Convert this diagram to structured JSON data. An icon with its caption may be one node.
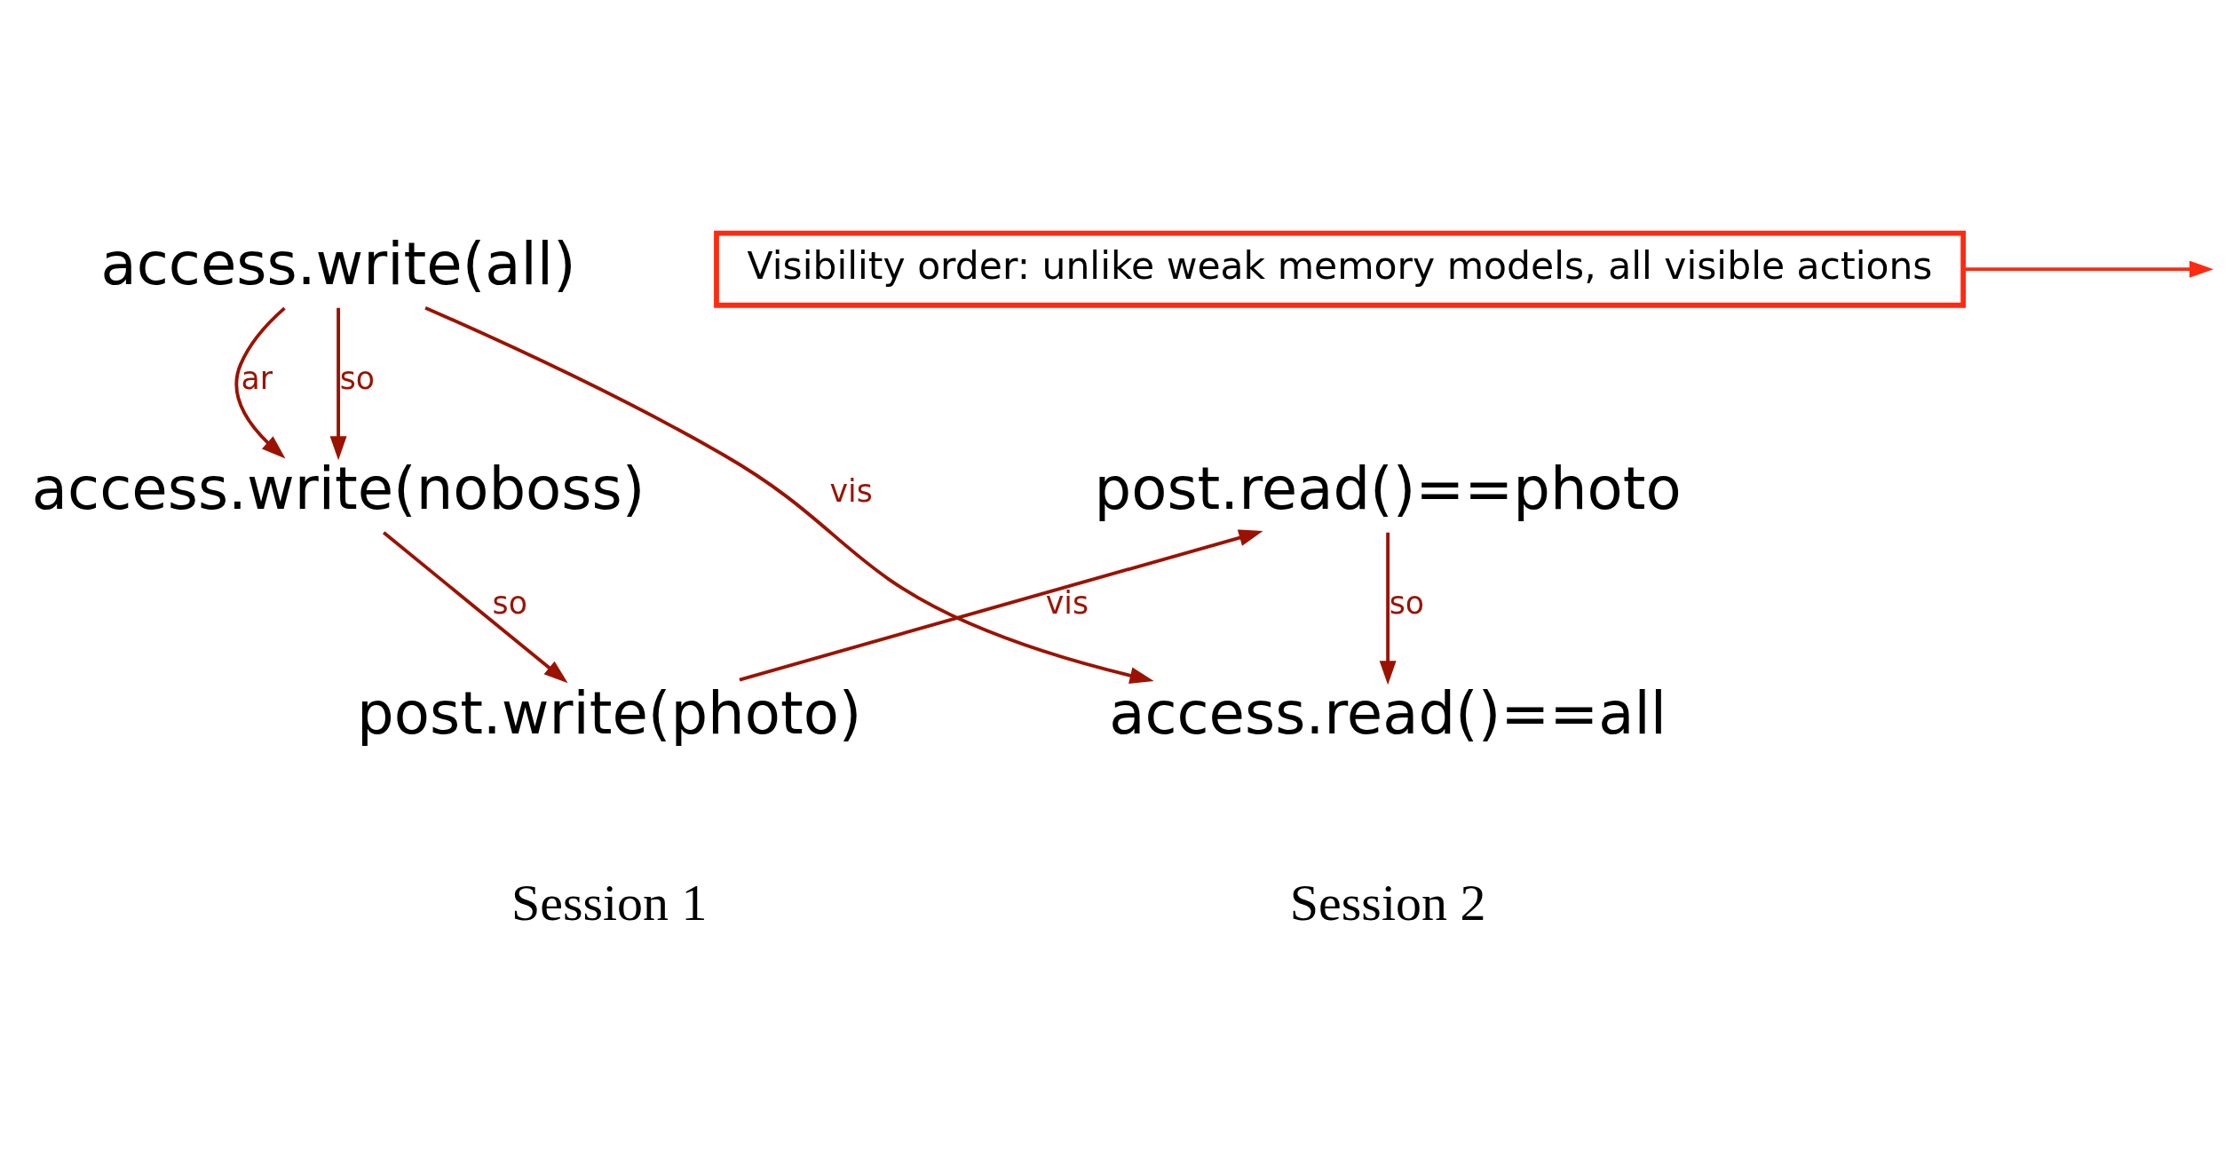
{
  "diagram": {
    "nodes": [
      {
        "text": [
          "access.write(all)"
        ]
      },
      {
        "text": [
          "access.write(noboss)"
        ]
      },
      {
        "text": [
          "post.write(photo)"
        ]
      },
      {
        "text": [
          "post.read()==photo"
        ]
      },
      {
        "text": [
          "access.read()==all"
        ]
      },
      {
        "text": [
          "Visibility order: unlike weak memory models, all visible actions"
        ]
      }
    ],
    "edges": [
      {
        "from": 0,
        "to": 1,
        "arrow": "to",
        "label": "ar"
      },
      {
        "from": 0,
        "to": 1,
        "arrow": "to",
        "label": "so"
      },
      {
        "from": 1,
        "to": 2,
        "arrow": "to",
        "label": "so"
      },
      {
        "from": 0,
        "to": 4,
        "arrow": "to",
        "label": "vis"
      },
      {
        "from": 2,
        "to": 3,
        "arrow": "to",
        "label": "vis"
      },
      {
        "from": 3,
        "to": 4,
        "arrow": "to",
        "label": "so"
      },
      {
        "from": 5,
        "to": null,
        "arrow": "to",
        "color": "#ff2a12"
      }
    ],
    "labels": [
      "Session 1",
      "Session 2"
    ]
  }
}
